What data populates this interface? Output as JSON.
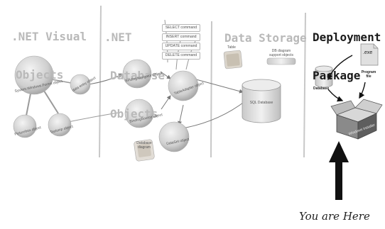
{
  "columns": {
    "visual": {
      "line1": ".NET Visual",
      "line2": "Objects"
    },
    "database": {
      "line1": ".NET",
      "line2": "Database",
      "line3": "Objects"
    },
    "storage": {
      "line1": "Data Storage"
    },
    "deployment": {
      "line1": "Deployment",
      "line2": "Package"
    }
  },
  "visual_objects": {
    "form": "System.Windows.Forms object",
    "data_entry": "data entry object",
    "picturebox": "Picturebox object",
    "toolstrip": "Toolstrip object"
  },
  "db_objects": {
    "commands": [
      "SELECT command",
      "INSERT command",
      "UPDATE command",
      "DELETE command"
    ],
    "binding_nav": "BindingNavigator object",
    "binding_source": "BindingSource object",
    "table_adapter": "TableAdapter object",
    "dataset": "DataSet object",
    "db_diagram": "Database diagram"
  },
  "storage_objects": {
    "table": "Table",
    "db_diagram_support": "DB diagram support objects",
    "sql_db": "SQL Database"
  },
  "deployment_objects": {
    "database": "Database",
    "exe": ".exe",
    "program_file": "Program file",
    "installer": "Windows Installer"
  },
  "you_are_here": "You are Here",
  "colors": {
    "faded": "#b9b9b9",
    "strong": "#1a1a1a",
    "bubble": "#d6d6d6",
    "divider": "#c8c8c8"
  }
}
